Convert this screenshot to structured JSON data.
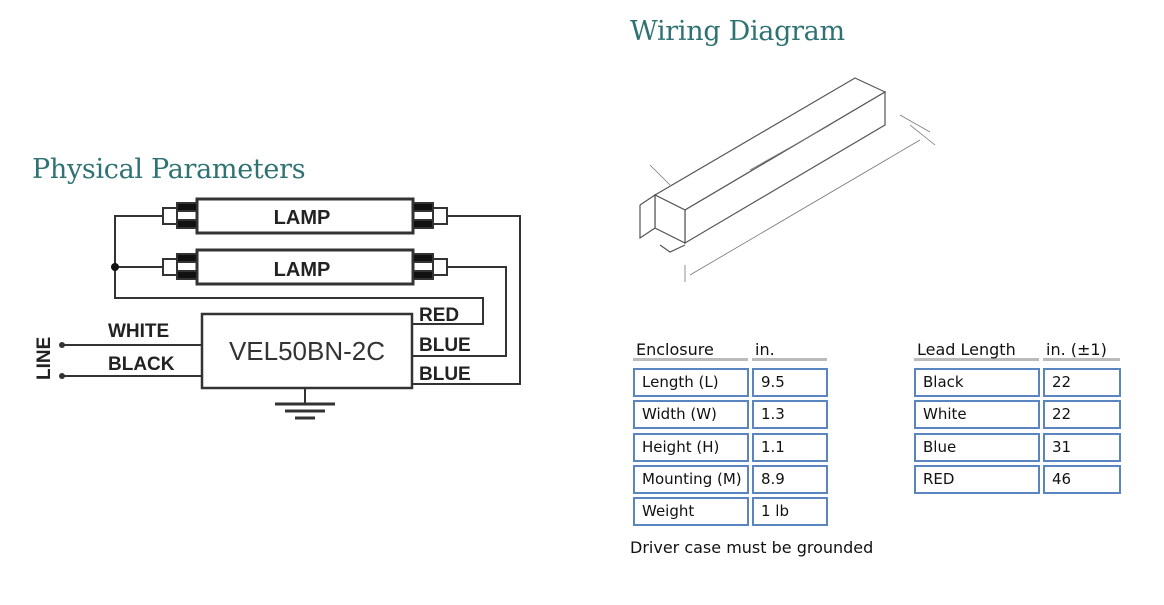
{
  "headings": {
    "physical": "Physical Parameters",
    "wiring": "Wiring Diagram"
  },
  "schematic": {
    "lamp1": "LAMP",
    "lamp2": "LAMP",
    "driver": "VEL50BN-2C",
    "line": "LINE",
    "white": "WHITE",
    "black": "BLACK",
    "red": "RED",
    "blue1": "BLUE",
    "blue2": "BLUE"
  },
  "enclosure": {
    "headers": [
      "Enclosure",
      "in."
    ],
    "rows": [
      [
        "Length (L)",
        "9.5"
      ],
      [
        "Width (W)",
        "1.3"
      ],
      [
        "Height (H)",
        "1.1"
      ],
      [
        "Mounting (M)",
        "8.9"
      ],
      [
        "Weight",
        "1 lb"
      ]
    ]
  },
  "leads": {
    "headers": [
      "Lead Length",
      "in. (±1)"
    ],
    "rows": [
      [
        "Black",
        "22"
      ],
      [
        "White",
        "22"
      ],
      [
        "Blue",
        "31"
      ],
      [
        "RED",
        "46"
      ]
    ]
  },
  "note": "Driver case must be grounded",
  "colors": {
    "heading": "#2f7274",
    "cell_border": "#5a85c0"
  }
}
